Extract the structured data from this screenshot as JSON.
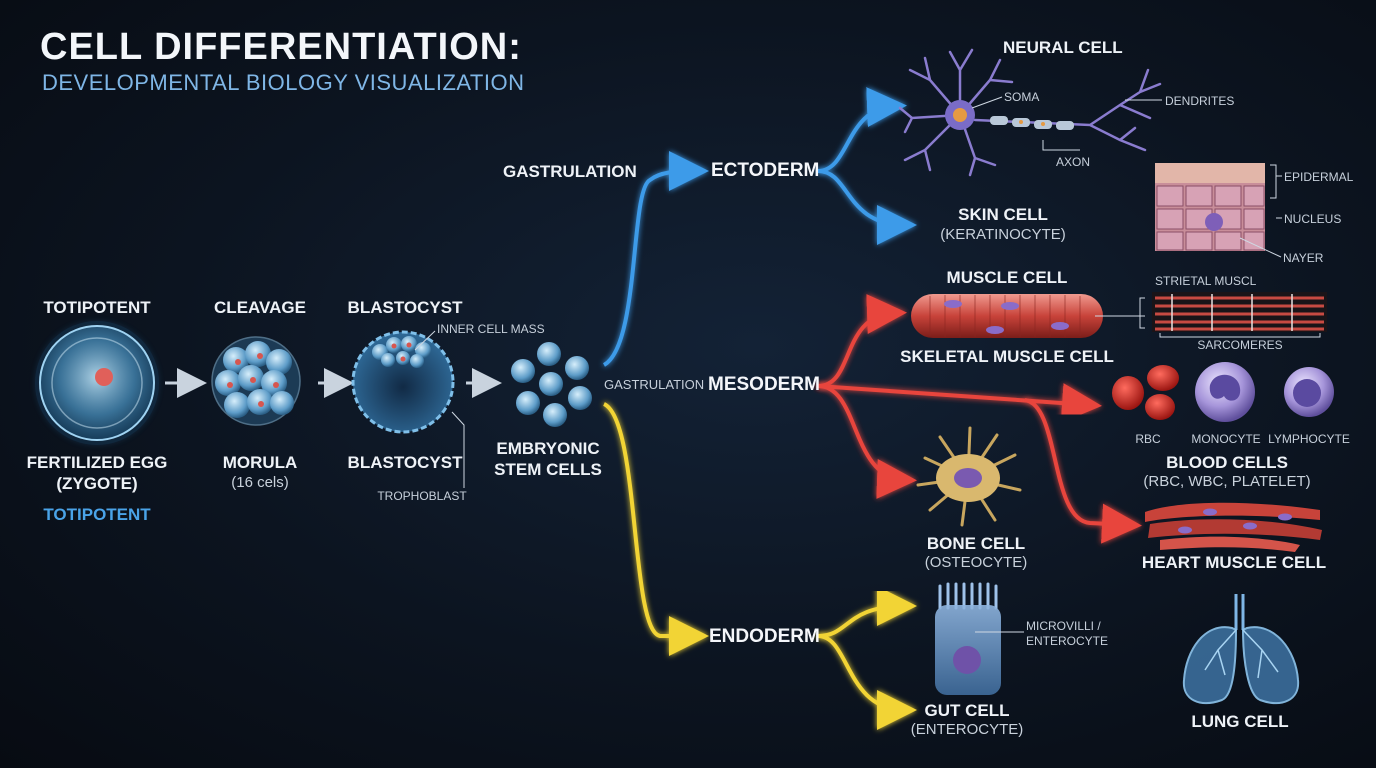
{
  "header": {
    "title": "CELL DIFFERENTIATION:",
    "subtitle": "DEVELOPMENTAL BIOLOGY VISUALIZATION"
  },
  "stages": {
    "zygote": {
      "top_label": "TOTIPOTENT",
      "name_line1": "FERTILIZED EGG",
      "name_line2": "(ZYGOTE)",
      "potency": "TOTIPOTENT"
    },
    "cleavage": {
      "top_label": "CLEAVAGE",
      "name": "MORULA",
      "detail": "(16 cels)"
    },
    "blastocyst": {
      "top_label": "BLASTOCYST",
      "name": "BLASTOCYST",
      "inner_label": "INNER CELL MASS",
      "outer_label": "TROPHOBLAST"
    },
    "stem": {
      "name_line1": "EMBRYONIC",
      "name_line2": "STEM CELLS",
      "process_label": "GASTRULATION"
    }
  },
  "germ_layers": {
    "gastrulation_label": "GASTRULATION",
    "ectoderm": "ECTODERM",
    "mesoderm": "MESODERM",
    "endoderm": "ENDODERM"
  },
  "ectoderm_cells": {
    "neural": {
      "title": "NEURAL CELL",
      "soma": "SOMA",
      "dendrites": "DENDRITES",
      "axon": "AXON"
    },
    "skin": {
      "title": "SKIN CELL",
      "subtitle": "(KERATINOCYTE)",
      "epidermal": "EPIDERMAL",
      "nucleus": "NUCLEUS",
      "layer": "NAYER"
    }
  },
  "mesoderm_cells": {
    "muscle": {
      "title": "MUSCLE CELL",
      "subtitle": "SKELETAL MUSCLE CELL",
      "striated": "STRIETAL MUSCL",
      "sarcomeres": "SARCOMERES"
    },
    "blood": {
      "rbc": "RBC",
      "monocyte": "MONOCYTE",
      "lymphocyte": "LYMPHOCYTE",
      "title": "BLOOD CELLS",
      "subtitle": "(RBC, WBC, PLATELET)"
    },
    "bone": {
      "title": "BONE CELL",
      "subtitle": "(OSTEOCYTE)"
    },
    "heart": {
      "title": "HEART MUSCLE CELL"
    }
  },
  "endoderm_cells": {
    "gut": {
      "title": "GUT CELL",
      "subtitle": "(ENTEROCYTE)",
      "microvilli_line1": "MICROVILLI /",
      "microvilli_line2": "ENTEROCYTE"
    },
    "lung": {
      "title": "LUNG CELL"
    }
  },
  "colors": {
    "ectoderm": "#3d9be9",
    "mesoderm": "#e8453c",
    "endoderm": "#f2d434",
    "potency": "#4aa3e8"
  }
}
